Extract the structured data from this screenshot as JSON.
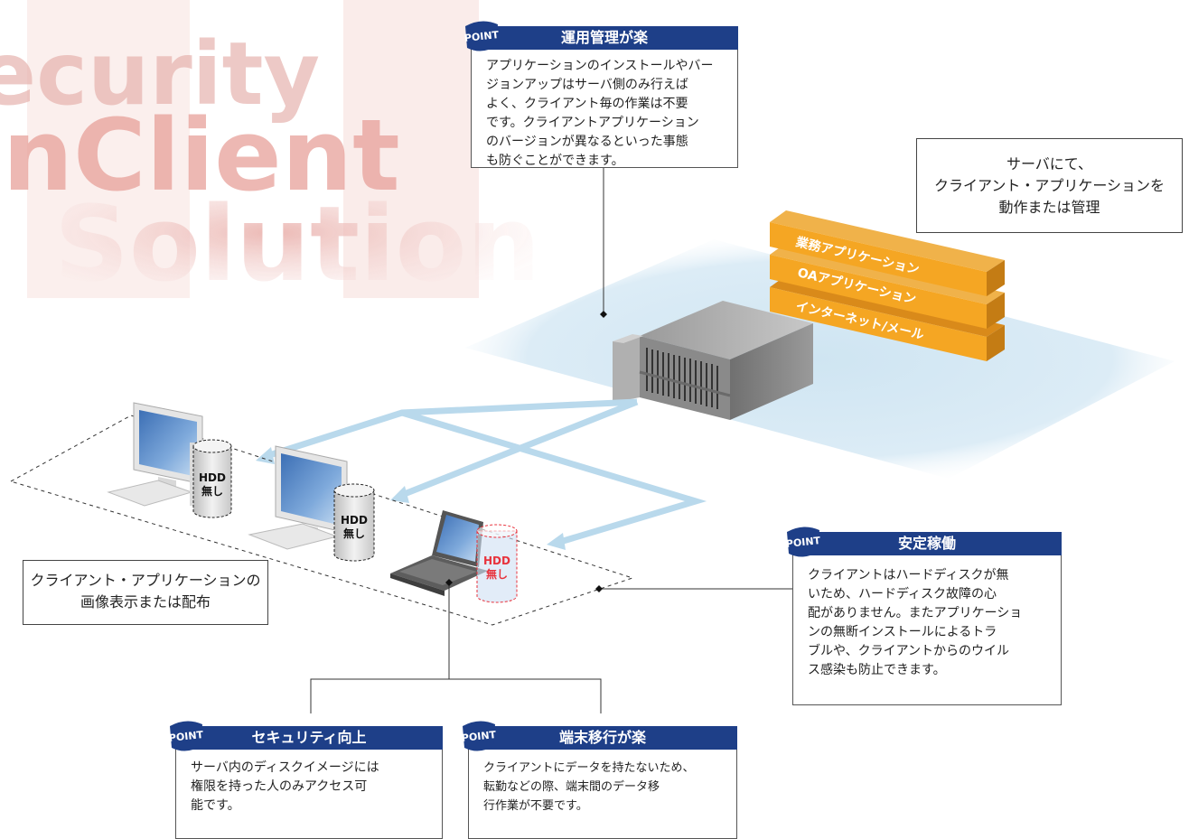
{
  "background_text": [
    "ecurity",
    "inClient",
    "Solution"
  ],
  "points": [
    {
      "id": "admin",
      "badge": "POINT",
      "title": "運用管理が楽",
      "lines": [
        "アプリケーションのインストールやバー",
        "ジョンアップはサーバ側のみ行えば",
        "よく、クライアント毎の作業は不要",
        "です。クライアントアプリケーション",
        "のバージョンが異なるといった事態",
        "も防ぐことができます。"
      ]
    },
    {
      "id": "stable",
      "badge": "POINT",
      "title": "安定稼働",
      "lines": [
        "クライアントはハードディスクが無",
        "いため、ハードディスク故障の心",
        "配がありません。またアプリケーショ",
        "ンの無断インストールによるトラ",
        "ブルや、クライアントからのウイル",
        "ス感染も防止できます。"
      ]
    },
    {
      "id": "security",
      "badge": "POINT",
      "title": "セキュリティ向上",
      "lines": [
        "サーバ内のディスクイメージには",
        "権限を持った人のみアクセス可",
        "能です。"
      ]
    },
    {
      "id": "migration",
      "badge": "POINT",
      "title": "端末移行が楽",
      "lines": [
        "クライアントにデータを持たないため、",
        "転勤などの際、端末間のデータ移",
        "行作業が不要です。"
      ]
    }
  ],
  "server_box": {
    "lines": [
      "サーバにて、",
      "クライアント・アプリケーションを",
      "動作または管理"
    ]
  },
  "client_box": {
    "lines": [
      "クライアント・アプリケーションの",
      "画像表示または配布"
    ]
  },
  "server_stack": [
    "業務アプリケーション",
    "OAアプリケーション",
    "インターネット/メール"
  ],
  "hdd_label": {
    "line1": "HDD",
    "line2": "無し"
  },
  "colors": {
    "header": "#1e3f88",
    "orange": "#f5a623",
    "floor": "#d4e8f4",
    "arrow": "#b9d9ec",
    "hdd_red": "#e8323c"
  }
}
